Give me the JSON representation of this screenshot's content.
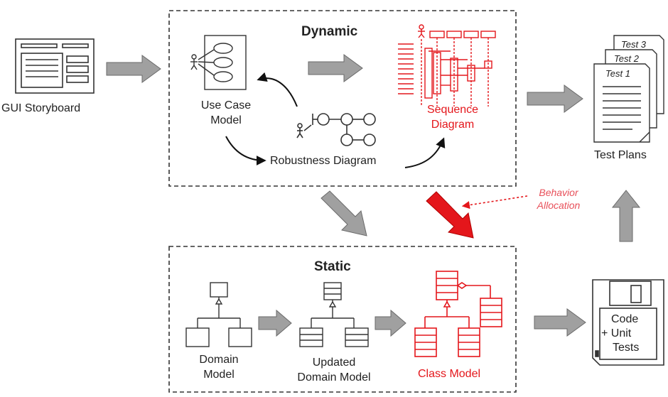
{
  "dynamic": {
    "title": "Dynamic",
    "use_case_model": [
      "Use Case",
      "Model"
    ],
    "robustness_diagram": "Robustness Diagram",
    "sequence_diagram": [
      "Sequence",
      "Diagram"
    ]
  },
  "static": {
    "title": "Static",
    "domain_model": [
      "Domain",
      "Model"
    ],
    "updated_domain_model": [
      "Updated",
      "Domain Model"
    ],
    "class_model": "Class Model"
  },
  "gui_storyboard": "GUI Storyboard",
  "test_plans": {
    "label": "Test Plans",
    "sheets": [
      "Test 3",
      "Test 2",
      "Test 1"
    ]
  },
  "code_box": [
    "Code",
    "+ Unit",
    "Tests"
  ],
  "behavior_allocation": [
    "Behavior",
    "Allocation"
  ],
  "colors": {
    "accent_red": "#e4161b",
    "arrow_gray": "#a0a0a0"
  }
}
